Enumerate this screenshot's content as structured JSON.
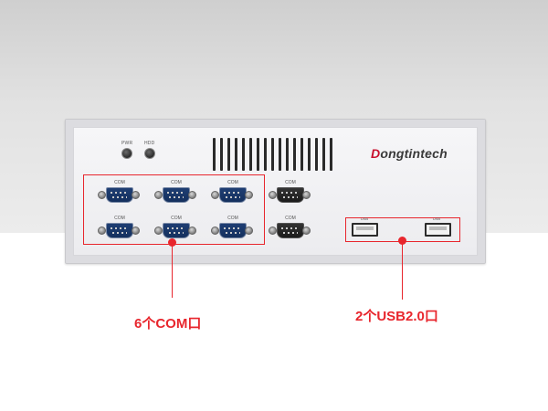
{
  "device": {
    "brand": "Dongtintech",
    "indicators": [
      {
        "label": "PWR"
      },
      {
        "label": "HDD"
      }
    ],
    "com_port_label": "COM",
    "usb_port_label": "USB"
  },
  "callouts": {
    "com": "6个COM口",
    "usb": "2个USB2.0口"
  },
  "colors": {
    "accent": "#e8262d",
    "com_port_blue": "#1f3e73"
  }
}
